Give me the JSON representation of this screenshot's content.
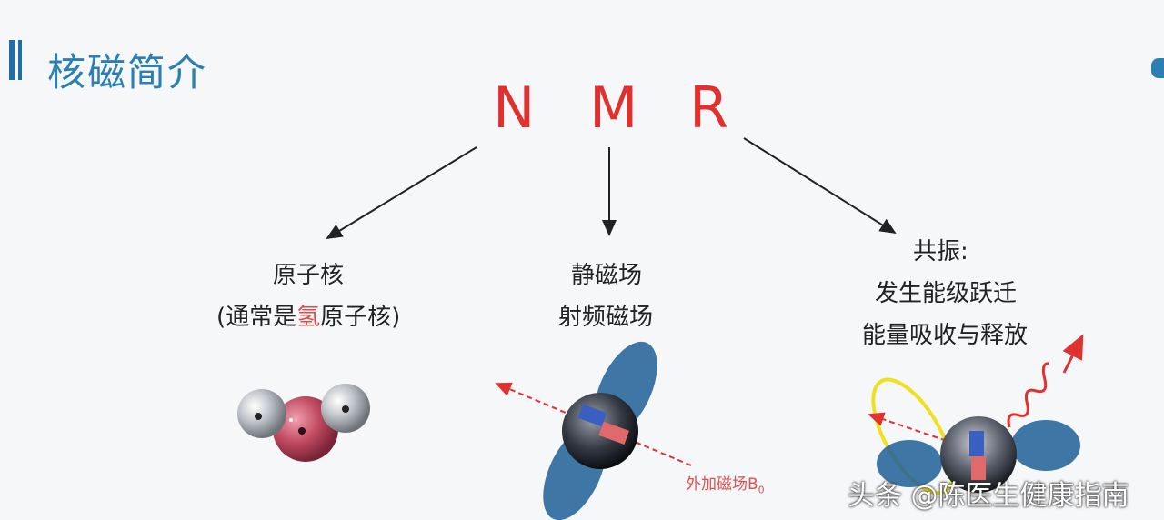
{
  "title": "核磁简介",
  "acronym": {
    "n": "N",
    "m": "M",
    "r": "R"
  },
  "columns": {
    "nucleus": {
      "line1": "原子核",
      "line2_prefix": "(通常是",
      "line2_highlight": "氢",
      "line2_suffix": "原子核)"
    },
    "magnetic": {
      "line1": "静磁场",
      "line2": "射频磁场"
    },
    "resonance": {
      "line1": "共振:",
      "line2": "发生能级跃迁",
      "line3": "能量吸收与释放"
    }
  },
  "field_label": "外加磁场B",
  "field_label_sub": "0",
  "watermark": "头条 @陈医生健康指南",
  "colors": {
    "title": "#2a7fb3",
    "acronym": "#e03030",
    "arrow": "#222222",
    "highlight": "#e04a4a"
  }
}
